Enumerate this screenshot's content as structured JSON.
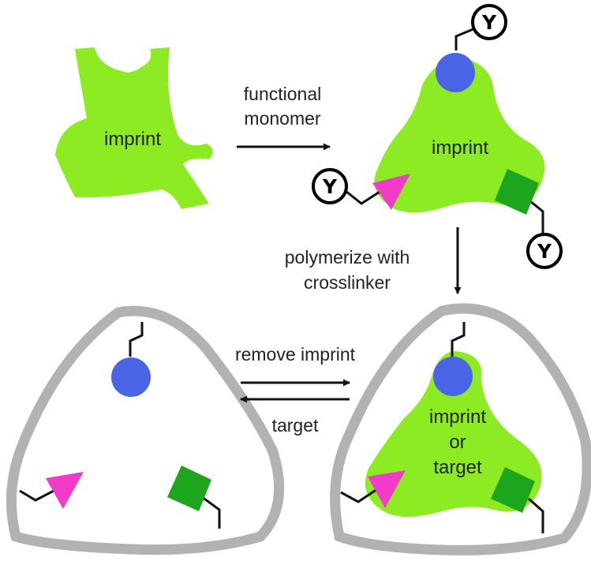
{
  "colors": {
    "imprint": "#8CEB22",
    "circle": "#4A64E6",
    "triangle": "#F03CC8",
    "square": "#1EA51E",
    "shell": "#B2B2B2",
    "ink": "#111111"
  },
  "labels": {
    "imprint": "imprint",
    "imprint_target": [
      "imprint",
      "or",
      "target"
    ]
  },
  "steps": {
    "add_monomer": [
      "functional",
      "monomer"
    ],
    "polymerize": [
      "polymerize with",
      "crosslinker"
    ],
    "remove_imprint": "remove imprint",
    "rebind_target": "target"
  },
  "group_symbol": "Y"
}
